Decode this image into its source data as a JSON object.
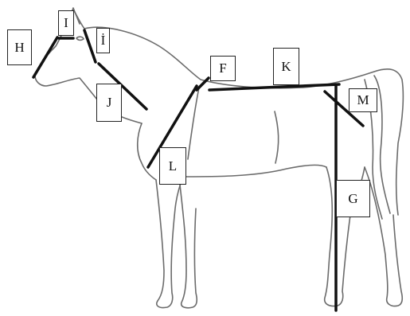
{
  "diagram": {
    "labels": {
      "H": "H",
      "I": "I",
      "I_dot": "İ",
      "J": "J",
      "F": "F",
      "K": "K",
      "M": "M",
      "L": "L",
      "G": "G"
    },
    "colors": {
      "outline": "#6b6b6b",
      "measure": "#111111",
      "background": "#ffffff"
    }
  }
}
